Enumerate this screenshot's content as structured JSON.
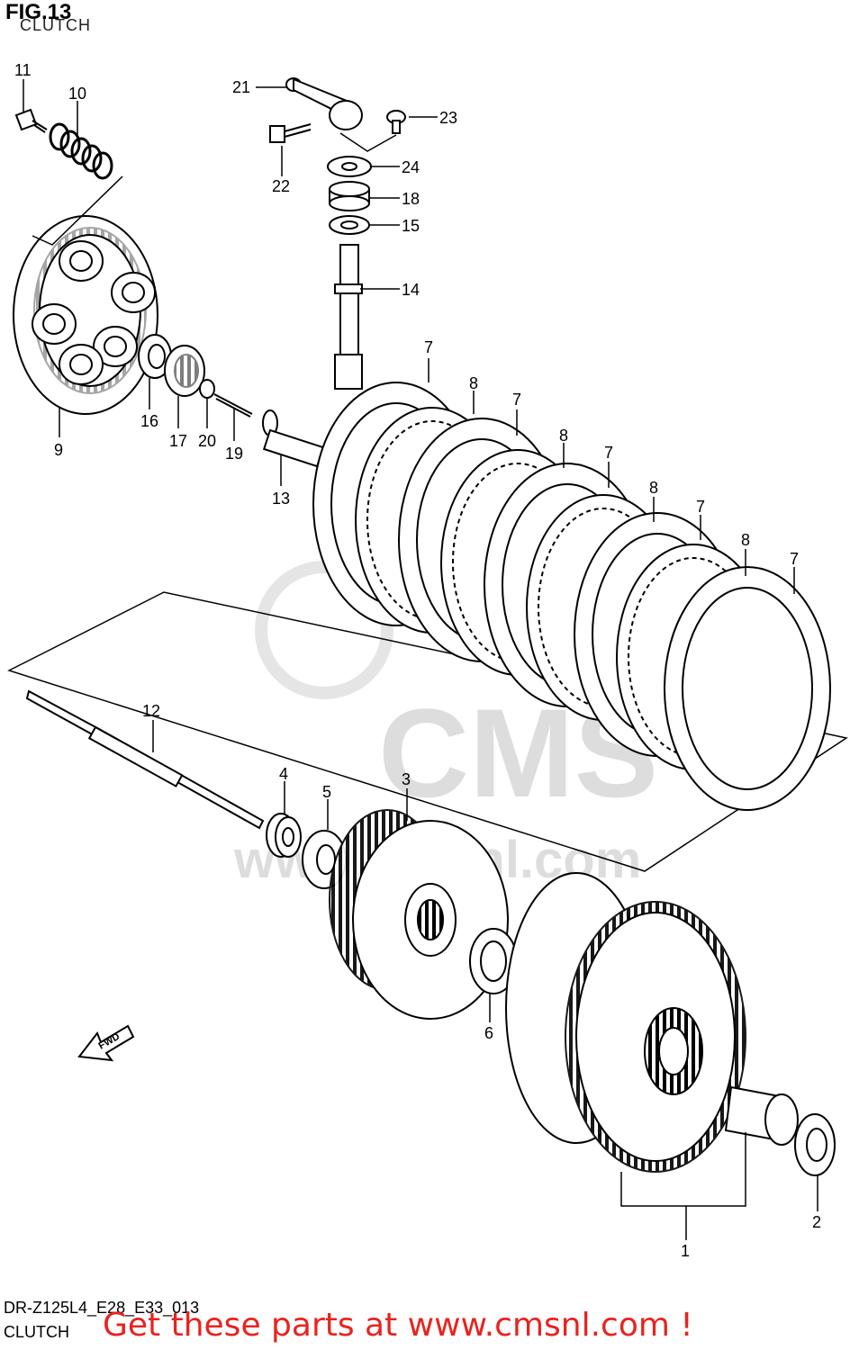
{
  "header": {
    "fig_title": "FIG.13",
    "subtitle": "CLUTCH"
  },
  "footer": {
    "model_code": "DR-Z125L4_E28_E33_013",
    "caption": "CLUTCH",
    "cta": "Get these parts at www.cmsnl.com !"
  },
  "watermark": {
    "brand": "CMS",
    "site": "www.cmsnl.com"
  },
  "fwd_label": "FWD",
  "callouts": {
    "p1": "1",
    "p2": "2",
    "p3": "3",
    "p4": "4",
    "p5": "5",
    "p6": "6",
    "p7": "7",
    "p8": "8",
    "p9": "9",
    "p10": "10",
    "p11": "11",
    "p12": "12",
    "p13": "13",
    "p14": "14",
    "p15": "15",
    "p16": "16",
    "p17": "17",
    "p18": "18",
    "p19": "19",
    "p20": "20",
    "p21": "21",
    "p22": "22",
    "p23": "23",
    "p24": "24"
  },
  "colors": {
    "ink": "#000000",
    "cta": "#e8231f",
    "background": "#ffffff"
  }
}
